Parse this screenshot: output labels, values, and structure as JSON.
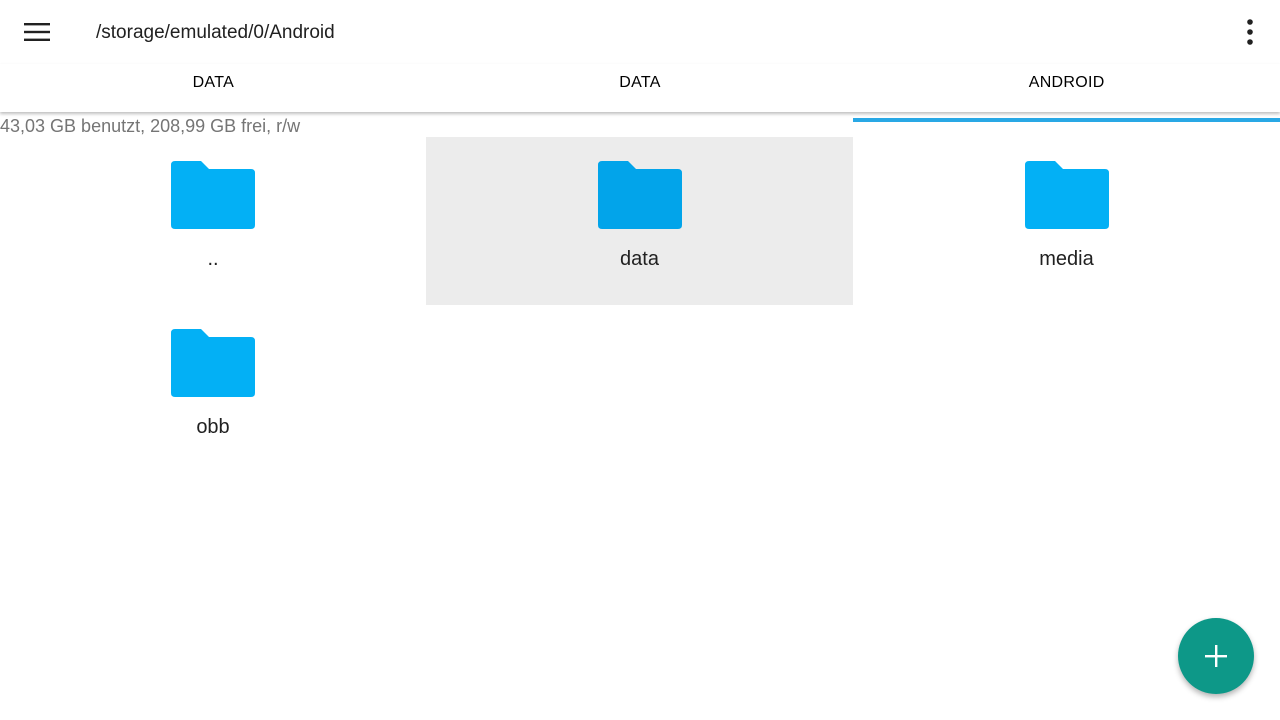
{
  "toolbar": {
    "menu_icon": "hamburger-menu-icon",
    "path": "/storage/emulated/0/Android",
    "overflow_icon": "more-vert-icon"
  },
  "tabs": [
    {
      "label": "DATA",
      "active": false
    },
    {
      "label": "DATA",
      "active": false
    },
    {
      "label": "ANDROID",
      "active": true
    }
  ],
  "storage_info": "43,03 GB benutzt, 208,99 GB frei, r/w",
  "items": [
    {
      "name": "..",
      "icon": "folder-icon",
      "selected": false
    },
    {
      "name": "data",
      "icon": "folder-icon",
      "selected": true
    },
    {
      "name": "media",
      "icon": "folder-icon",
      "selected": false
    },
    {
      "name": "obb",
      "icon": "folder-icon",
      "selected": false
    }
  ],
  "fab": {
    "icon": "plus-icon"
  },
  "colors": {
    "folder": "#03b0f5",
    "folder_selected": "#02a4ea",
    "tab_indicator": "#29a8e5",
    "fab": "#0d9888",
    "selection_bg": "#ececec"
  }
}
